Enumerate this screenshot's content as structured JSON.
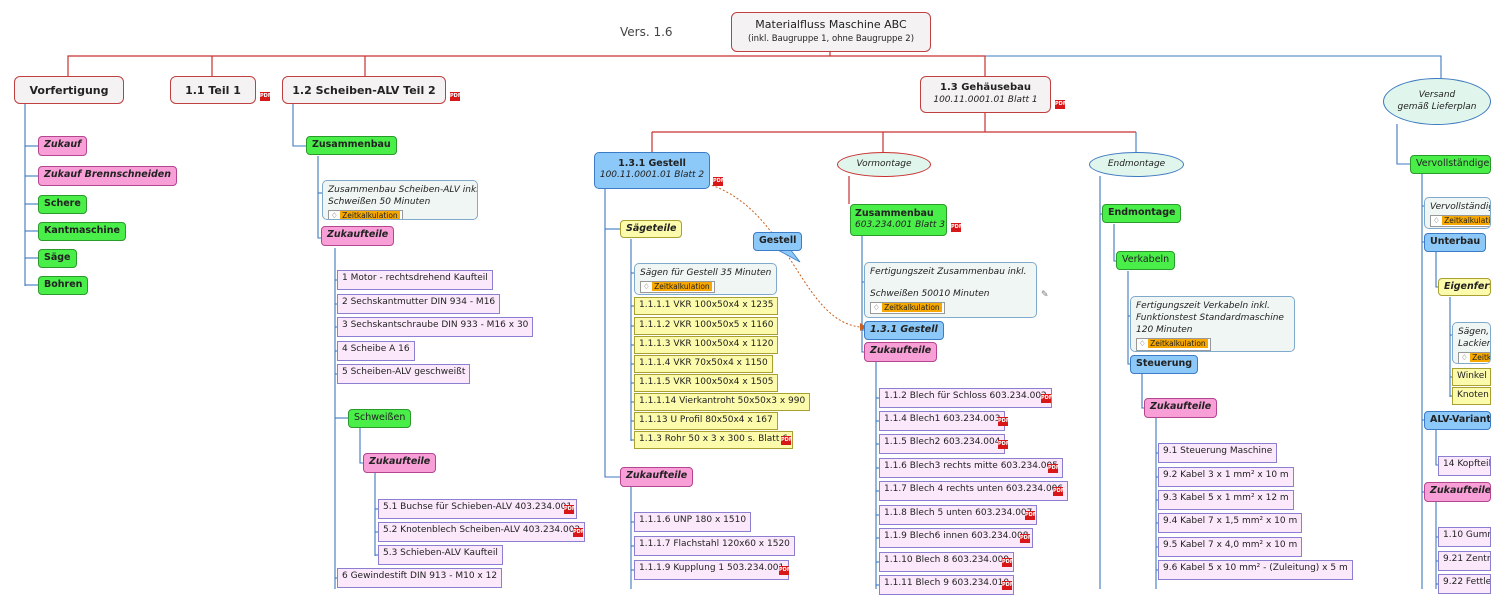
{
  "version": "Vers. 1.6",
  "root": {
    "title": "Materialfluss Maschine ABC",
    "subtitle": "(inkl. Baugruppe 1, ohne Baugruppe 2)"
  },
  "tag_label": "Zeitkalkulation",
  "pdf_label": "PDF",
  "vorfertigung": {
    "label": "Vorfertigung",
    "items": [
      "Zukauf",
      "Zukauf Brennschneiden",
      "Schere",
      "Kantmaschine",
      "Säge",
      "Bohren"
    ]
  },
  "teil1": {
    "label": "1.1 Teil 1"
  },
  "teil2": {
    "label": "1.2 Scheiben-ALV Teil 2",
    "zusammenbau": "Zusammenbau",
    "note": [
      "Zusammenbau Scheiben-ALV inkl.",
      "Schweißen 50 Minuten"
    ],
    "zukaufteile": "Zukaufteile",
    "items": [
      "1 Motor - rechtsdrehend  Kaufteil",
      "2 Sechskantmutter DIN 934 - M16",
      "3 Sechskantschraube DIN 933 - M16  x 30",
      "4 Scheibe A 16",
      "5 Scheiben-ALV geschweißt"
    ],
    "schweissen": "Schweißen",
    "sub_zukaufteile": "Zukaufteile",
    "sub_items": [
      "5.1 Buchse für Schieben-ALV 403.234.001",
      "5.2 Knotenblech Scheiben-ALV 403.234.002",
      "5.3 Schieben-ALV Kaufteil"
    ],
    "last_item": "6 Gewindestift DIN 913 - M10 x 12"
  },
  "gehaeusebau": {
    "label": "1.3 Gehäusebau",
    "sub": "100.11.0001.01 Blatt 1"
  },
  "gestell": {
    "label": "1.3.1 Gestell",
    "sub": "100.11.0001.01 Blatt 2",
    "saegeteile": "Sägeteile",
    "note": "Sägen für Gestell 35 Minuten",
    "saege_items": [
      "1.1.1.1 VKR 100x50x4 x 1235",
      "1.1.1.2 VKR 100x50x5 x 1160",
      "1.1.1.3 VKR 100x50x4 x 1120",
      "1.1.1.4 VKR 70x50x4 x 1150",
      "1.1.1.5 VKR 100x50x4 x 1505",
      "1.1.1.14 Vierkantroht 50x50x3 x 990",
      "1.1.13 U Profil 80x50x4 x 167",
      "1.1.3 Rohr 50 x 3 x 300 s. Blatt 6"
    ],
    "zukaufteile": "Zukaufteile",
    "zukauf_items": [
      "1.1.1.6 UNP 180 x 1510",
      "1.1.1.7 Flachstahl 120x60 x 1520",
      "1.1.1.9 Kupplung 1 503.234.001"
    ],
    "callout": "Gestell"
  },
  "vormontage": {
    "label": "Vormontage",
    "zusammenbau": "Zusammenbau",
    "zusammenbau_sub": "603.234.001 Blatt 3",
    "note": [
      "Fertigungszeit Zusammenbau inkl.",
      "",
      "Schweißen 50010 Minuten"
    ],
    "gestell_ref": "1.3.1 Gestell",
    "zukaufteile": "Zukaufteile",
    "items": [
      "1.1.2 Blech für Schloss  603.234.002",
      "1.1.4 Blech1  603.234.003",
      "1.1.5 Blech2  603.234.004",
      "1.1.6 Blech3 rechts mitte 603.234.005",
      "1.1.7 Blech 4 rechts unten 603.234.006",
      "1.1.8 Blech 5 unten 603.234.007",
      "1.1.9 Blech6 innen 603.234.008",
      "1.1.10 Blech 8 603.234.009",
      "1.1.11 Blech 9 603.234.010"
    ]
  },
  "endmontage": {
    "label": "Endmontage",
    "node": "Endmontage",
    "verkabeln": "Verkabeln",
    "note": [
      "Fertigungszeit Verkabeln inkl.",
      "Funktionstest Standardmaschine",
      "120 Minuten"
    ],
    "steuerung": "Steuerung",
    "zukaufteile": "Zukaufteile",
    "items": [
      "9.1 Steuerung Maschine",
      "9.2 Kabel 3 x 1 mm² x 10 m",
      "9.3 Kabel 5 x 1 mm² x 12 m",
      "9.4 Kabel 7 x 1,5 mm² x 10 m",
      "9.5 Kabel 7 x 4,0 mm² x 10 m",
      "9.6 Kabel 5 x 10 mm² - (Zuleitung) x 5 m"
    ]
  },
  "versand": {
    "label": [
      "Versand",
      "gemäß Lieferplan"
    ],
    "vervollstaendigen": "Vervollständigen",
    "note": "Vervollständige",
    "unterbau": "Unterbau",
    "eigenfertigung": "Eigenfertig",
    "note2": [
      "Sägen, Z",
      "Lackiere"
    ],
    "items": [
      "Winkel",
      "Knoten"
    ],
    "alv_variante": "ALV-Variante",
    "kopfteil": "14 Kopfteil",
    "zukaufteile": "Zukaufteile",
    "zukauf_items": [
      "1.10 Gumm",
      "9.21 Zentral",
      "9.22 Fettleit"
    ]
  },
  "colors": {
    "red_line": "#c83030",
    "blue_line": "#3c78c0",
    "arrow": "#c86020"
  }
}
